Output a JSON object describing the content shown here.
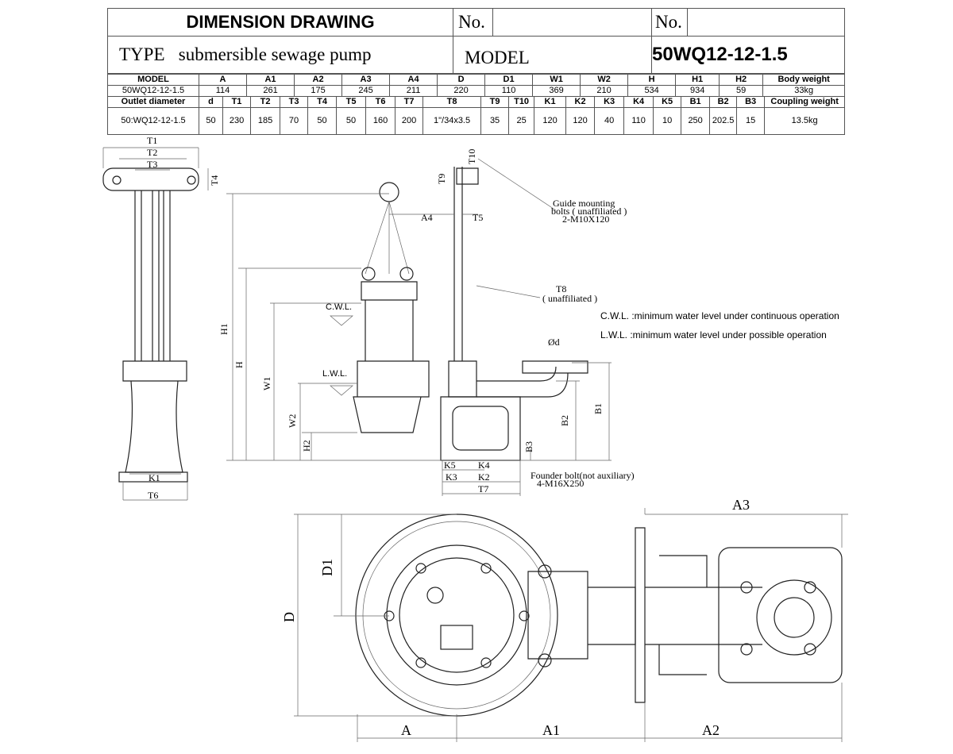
{
  "header": {
    "title": "DIMENSION DRAWING",
    "no_label_1": "No.",
    "no_value_1": "",
    "no_label_2": "No.",
    "no_value_2": "",
    "type_label": "TYPE",
    "type_value": "submersible sewage pump",
    "model_label": "MODEL",
    "model_value": "50WQ12-12-1.5"
  },
  "table": {
    "row1_headers": [
      "MODEL",
      "A",
      "A1",
      "A2",
      "A3",
      "A4",
      "D",
      "D1",
      "W1",
      "W2",
      "H",
      "H1",
      "H2",
      "Body weight"
    ],
    "row1_values": [
      "50WQ12-12-1.5",
      "114",
      "261",
      "175",
      "245",
      "211",
      "220",
      "110",
      "369",
      "210",
      "534",
      "934",
      "59",
      "33kg"
    ],
    "row2_headers": [
      "Outlet diameter",
      "d",
      "T1",
      "T2",
      "T3",
      "T4",
      "T5",
      "T6",
      "T7",
      "T8",
      "T9",
      "T10",
      "K1",
      "K2",
      "K3",
      "K4",
      "K5",
      "B1",
      "B2",
      "B3",
      "Coupling weight"
    ],
    "row2_values": [
      "50:WQ12-12-1.5",
      "50",
      "230",
      "185",
      "70",
      "50",
      "50",
      "160",
      "200",
      "1\"/34x3.5",
      "35",
      "25",
      "120",
      "120",
      "40",
      "110",
      "10",
      "250",
      "202.5",
      "15",
      "13.5kg"
    ]
  },
  "notes": [
    "C.W.L. :minimum water level under continuous operation",
    "L.W.L. :minimum water level under possible operation"
  ],
  "drawing": {
    "side": {
      "T1": "T1",
      "T2": "T2",
      "T3": "T3",
      "T4": "T4",
      "K1": "K1",
      "T6": "T6"
    },
    "elev": {
      "H1": "H1",
      "H": "H",
      "W1": "W1",
      "W2": "W2",
      "H2": "H2",
      "A4": "A4",
      "T5": "T5",
      "T9": "T9",
      "T10": "T10",
      "CWL": "C.W.L.",
      "LWL": "L.W.L.",
      "guide1": "Guide mounting",
      "guide2": "bolts ( unaffiliated )",
      "guide3": "2-M10X120",
      "t8a": "T8",
      "t8b": "( unaffiliated )",
      "phi_d": "Ød",
      "B1": "B1",
      "B2": "B2",
      "B3": "B3",
      "K5": "K5",
      "K3": "K3",
      "K4": "K4",
      "K2": "K2",
      "T7": "T7",
      "founder1": "Founder bolt(not auxiliary)",
      "founder2": "4-M16X250"
    },
    "plan": {
      "A3": "A3",
      "D1": "D1",
      "D": "D",
      "A": "A",
      "A1": "A1",
      "A2": "A2"
    }
  }
}
